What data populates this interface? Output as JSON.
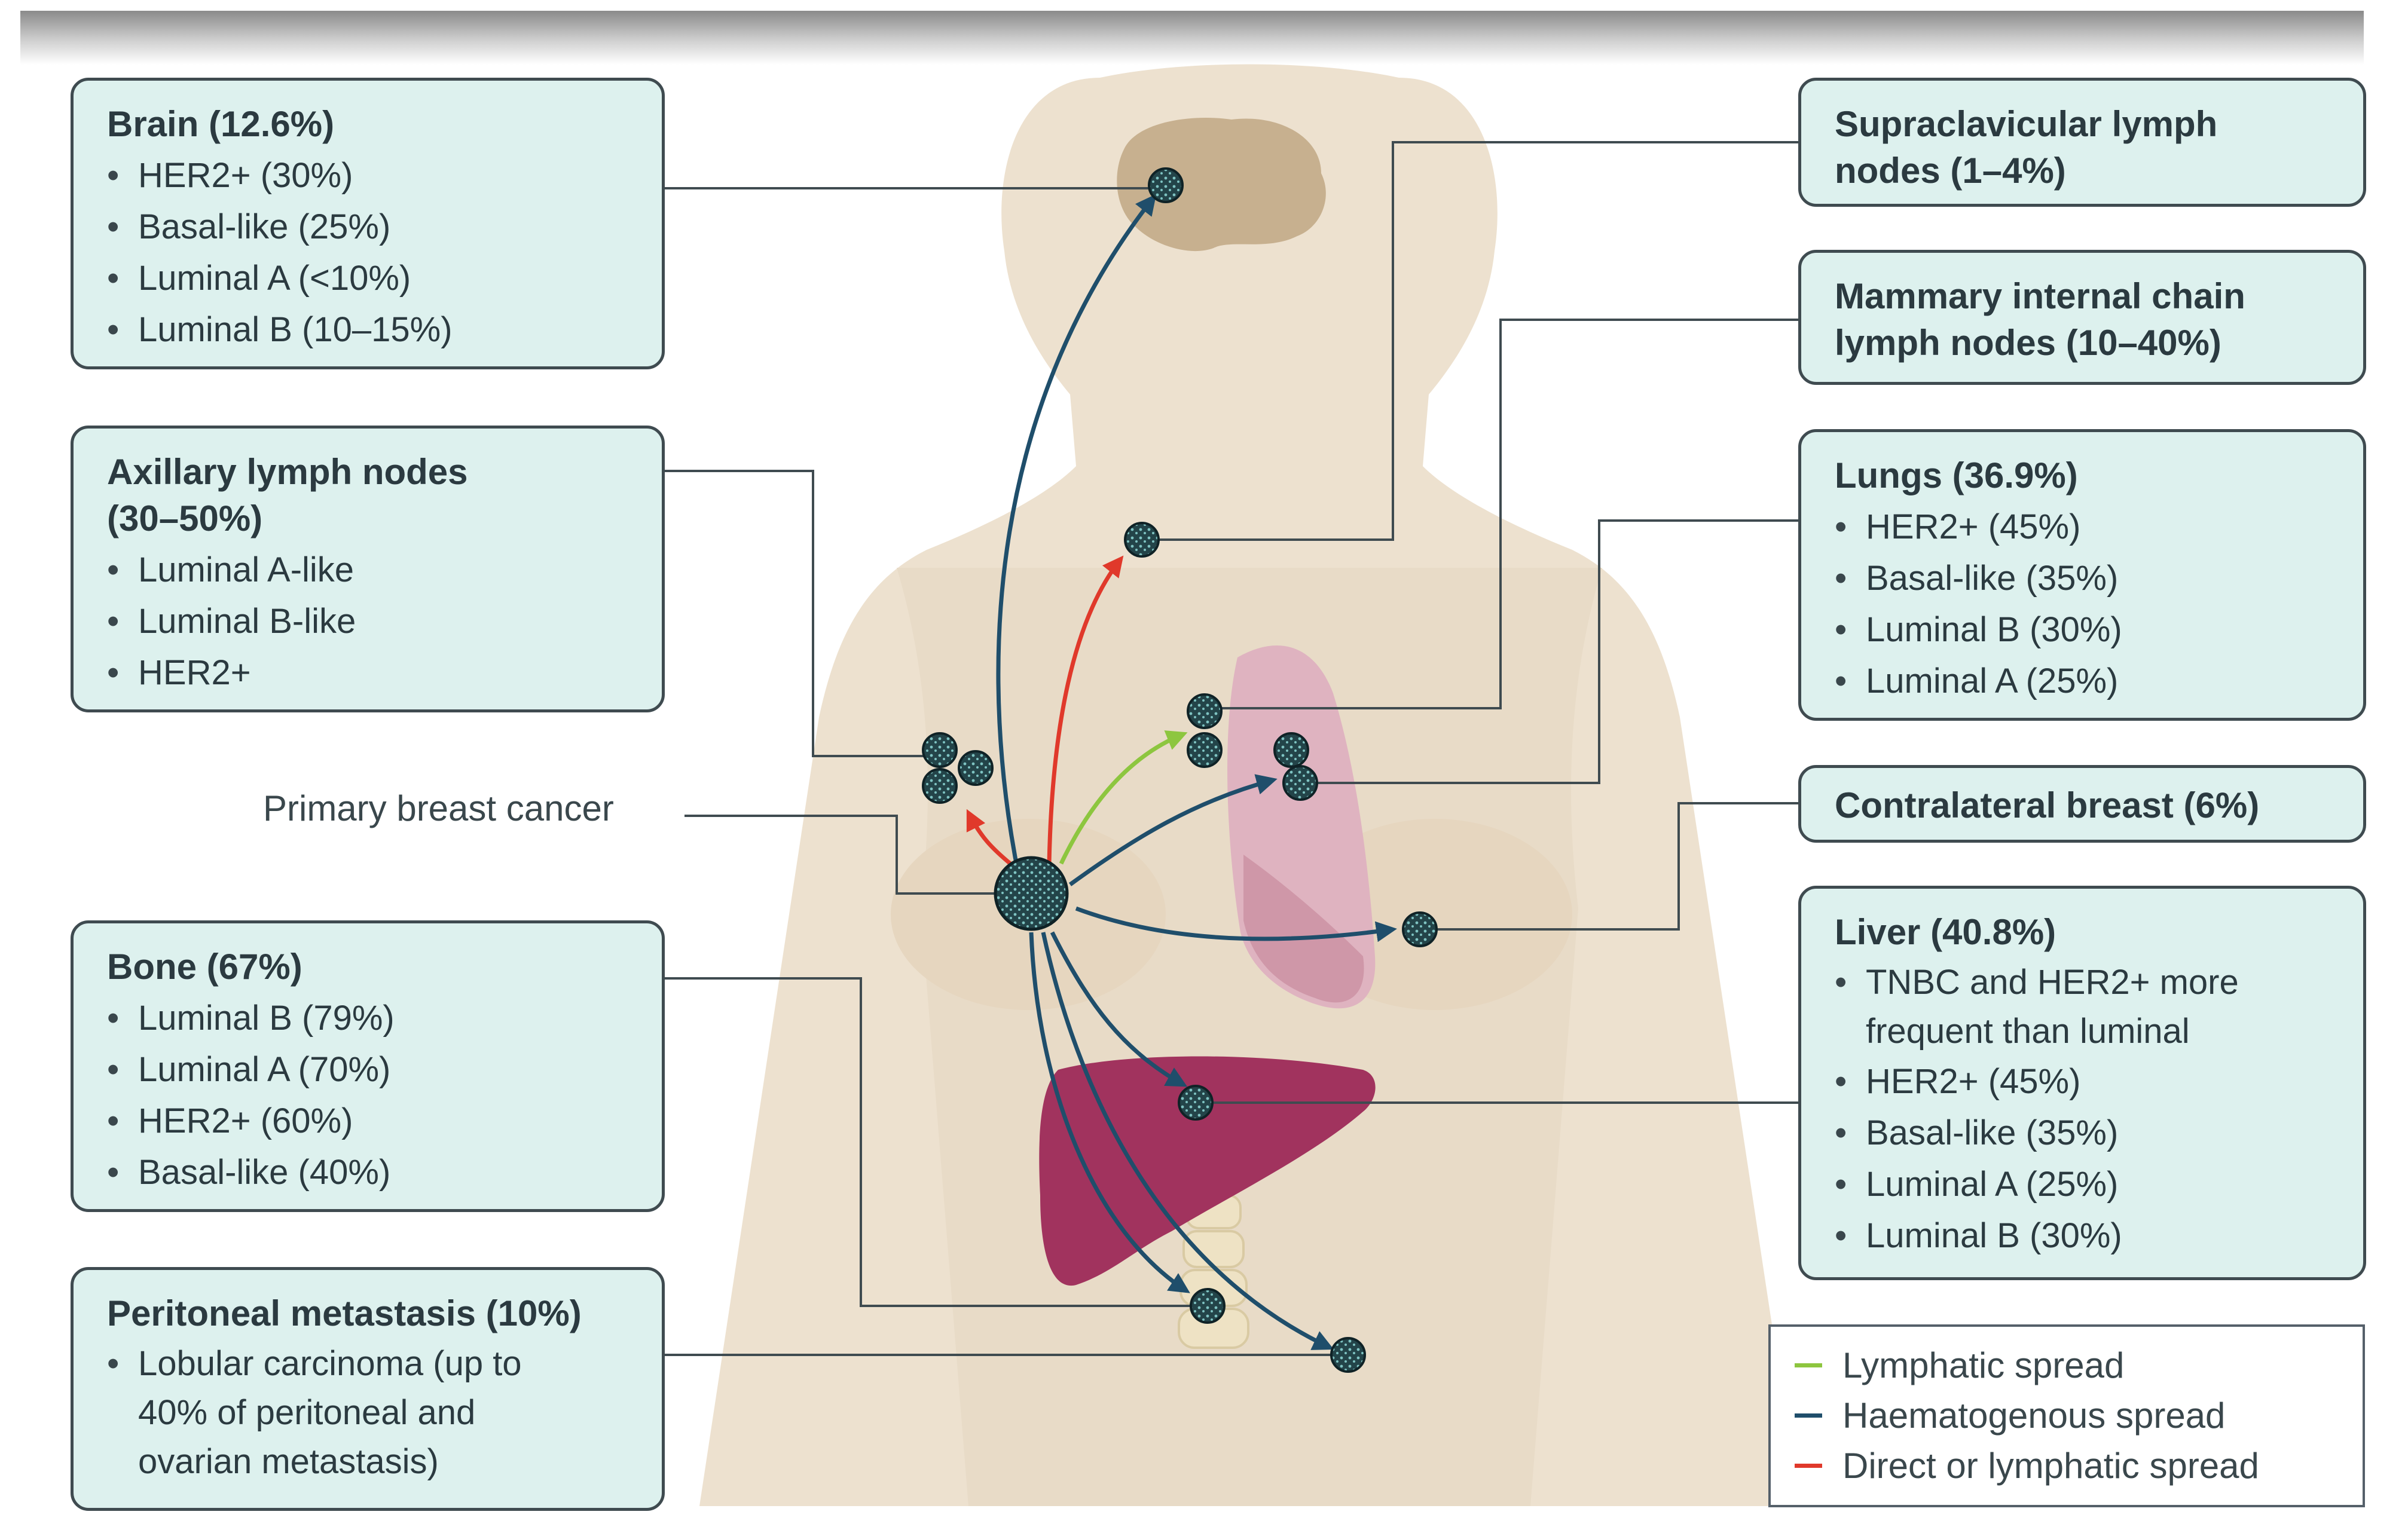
{
  "boxes": {
    "brain": {
      "title": "Brain (12.6%)",
      "items": [
        "HER2+ (30%)",
        "Basal-like (25%)",
        "Luminal A (<10%)",
        "Luminal B (10–15%)"
      ]
    },
    "axillary": {
      "title": "Axillary lymph nodes\n(30–50%)",
      "items": [
        "Luminal A-like",
        "Luminal B-like",
        "HER2+"
      ]
    },
    "bone": {
      "title": "Bone (67%)",
      "items": [
        "Luminal B (79%)",
        "Luminal A (70%)",
        "HER2+ (60%)",
        "Basal-like (40%)"
      ]
    },
    "peritoneal": {
      "title": "Peritoneal metastasis (10%)",
      "items": [
        "Lobular carcinoma (up to\n40% of peritoneal and\novarian metastasis)"
      ]
    },
    "supraclavicular": {
      "title": "Supraclavicular lymph\nnodes (1–4%)"
    },
    "mammary": {
      "title": "Mammary internal chain\nlymph nodes (10–40%)"
    },
    "lungs": {
      "title": "Lungs (36.9%)",
      "items": [
        "HER2+ (45%)",
        "Basal-like (35%)",
        "Luminal B (30%)",
        "Luminal A (25%)"
      ]
    },
    "contralateral": {
      "title": "Contralateral breast (6%)"
    },
    "liver": {
      "title": "Liver (40.8%)",
      "items": [
        "TNBC and HER2+ more\nfrequent than luminal",
        "HER2+ (45%)",
        "Basal-like (35%)",
        "Luminal A (25%)",
        "Luminal B (30%)"
      ]
    }
  },
  "primary_label": "Primary breast cancer",
  "legend": [
    {
      "label": "Lymphatic spread",
      "color": "#8dc63f"
    },
    {
      "label": "Haematogenous spread",
      "color": "#1f4e6b"
    },
    {
      "label": "Direct or lymphatic spread",
      "color": "#e0392b"
    }
  ],
  "colors": {
    "skin": "#ede1cf",
    "brain": "#c7b08f",
    "lung": "#dfb3c0",
    "liver": "#a1335e",
    "spine": "#eee2c4",
    "arrow_blue": "#1f4e6b",
    "arrow_red": "#e0392b",
    "arrow_green": "#8dc63f",
    "tumor": "#234449",
    "box_fill": "#ddf1ee"
  }
}
